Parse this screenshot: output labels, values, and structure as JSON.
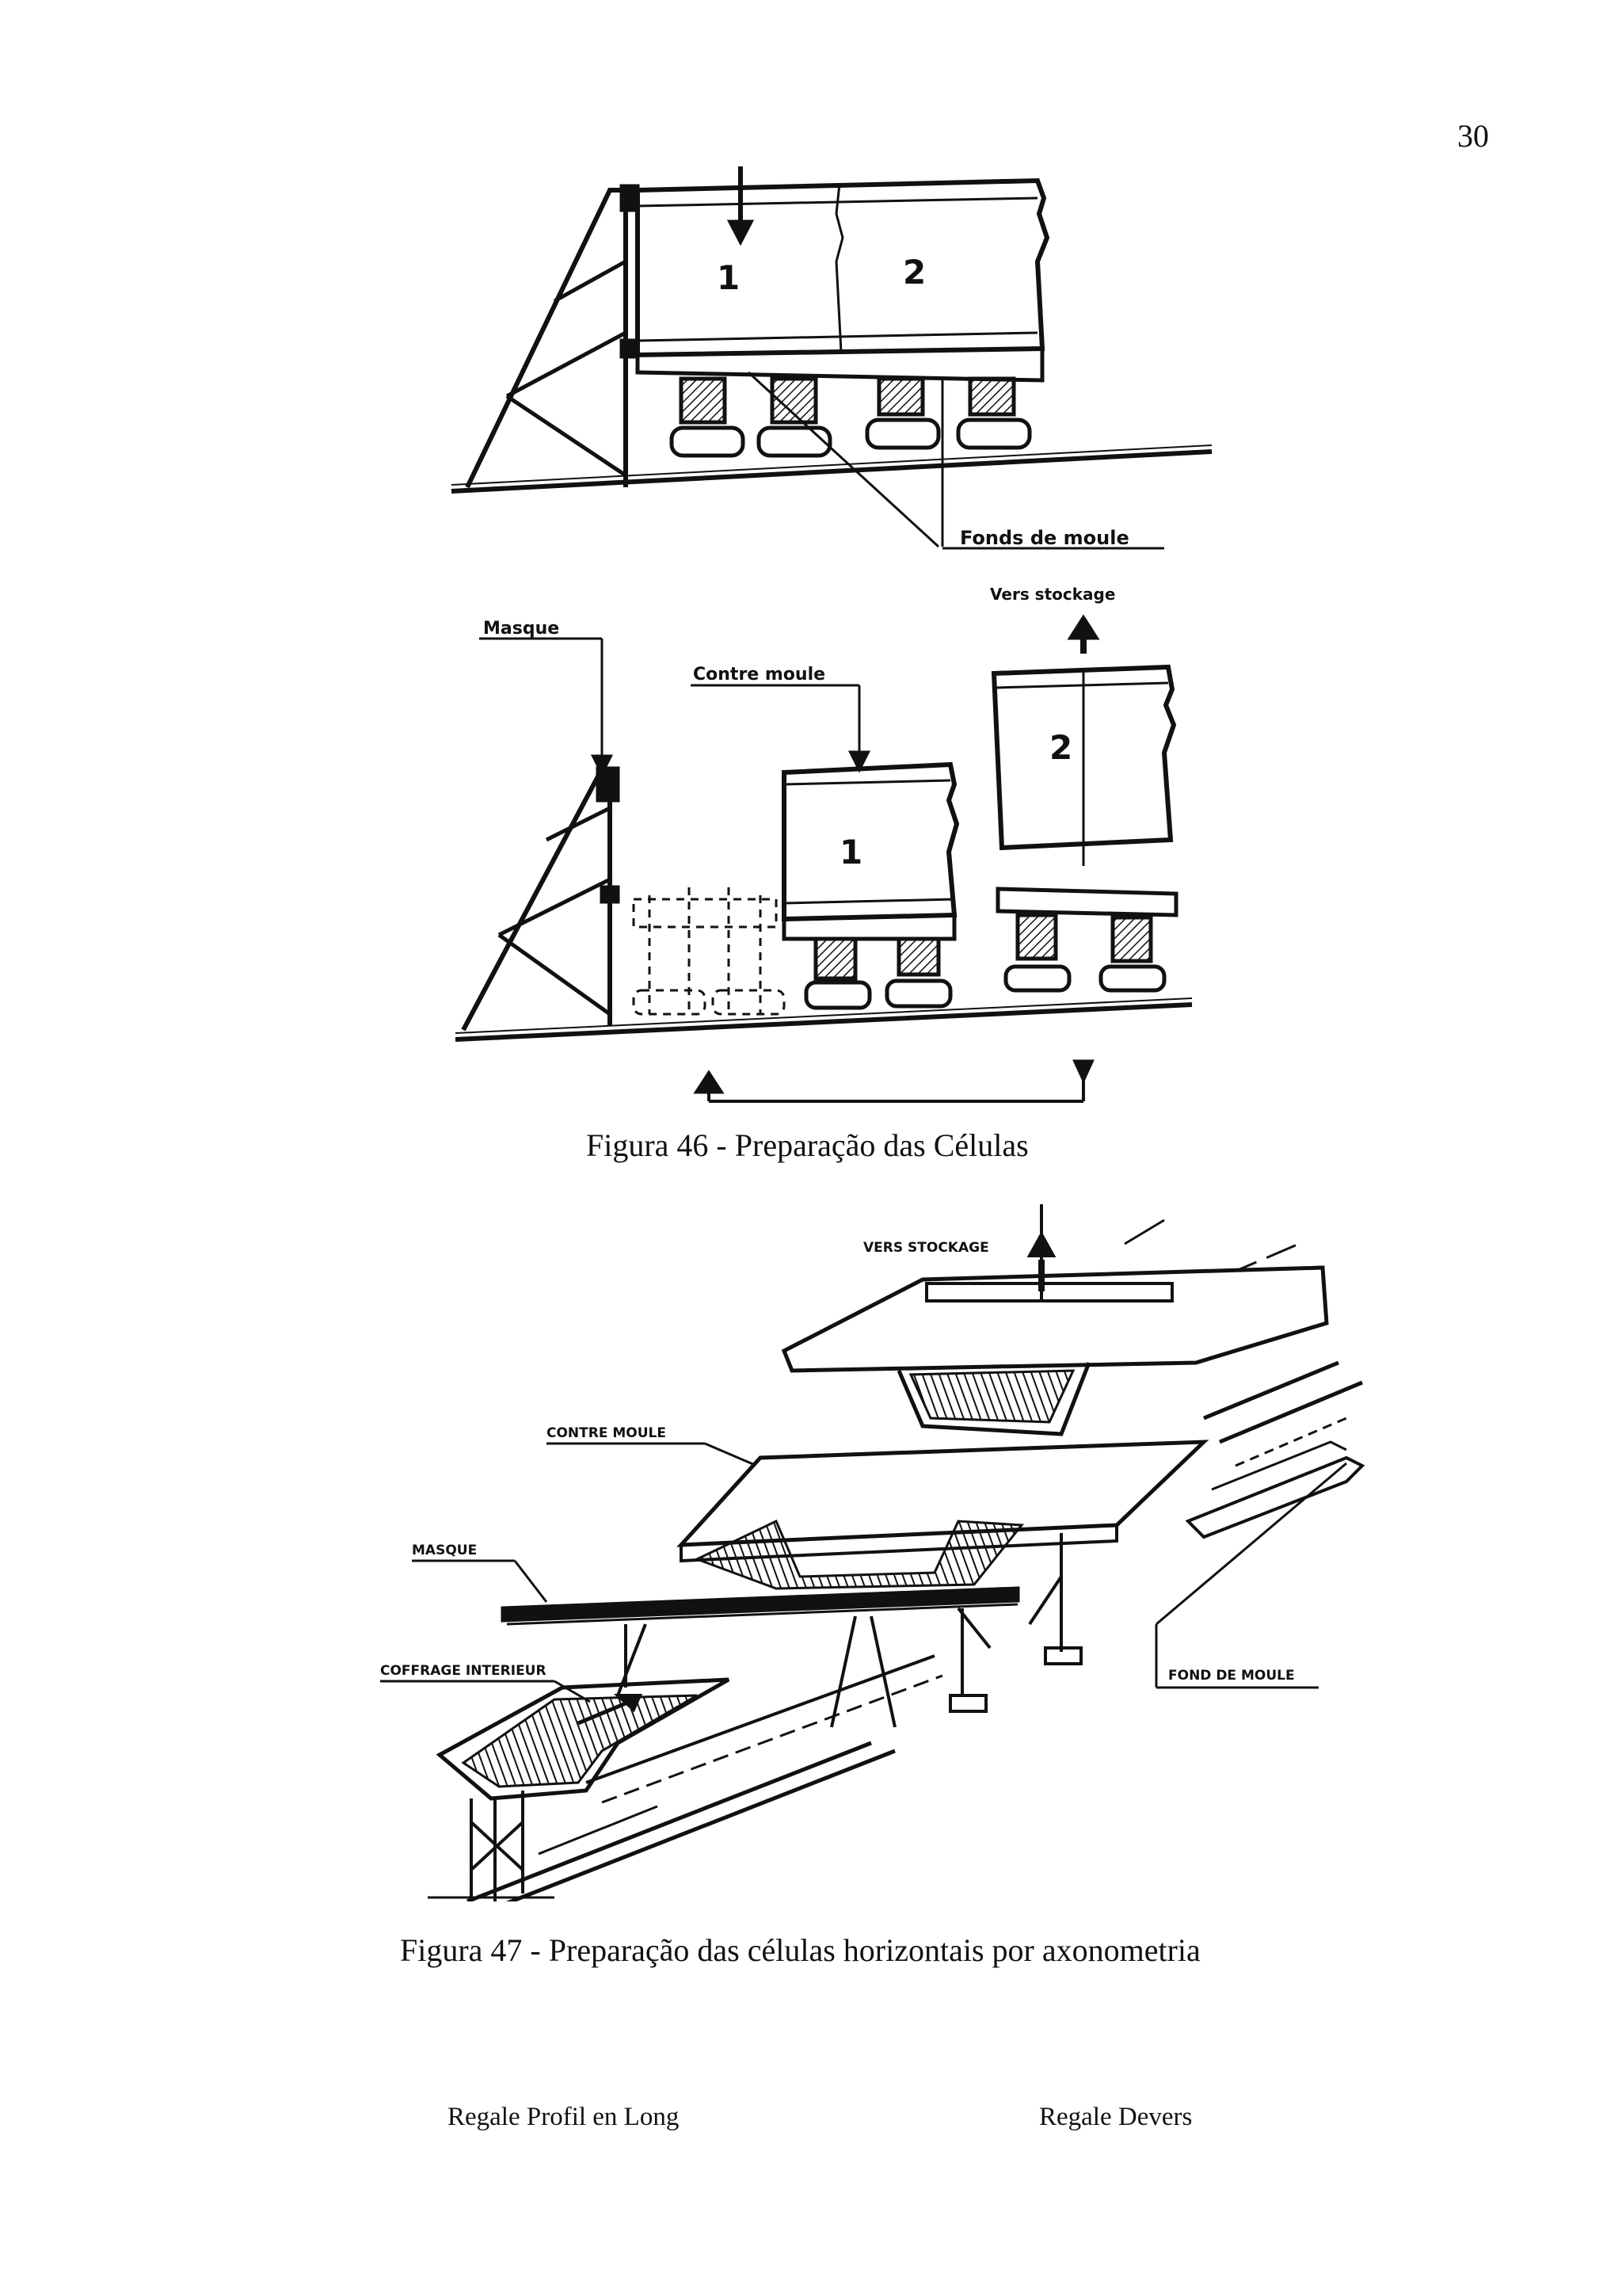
{
  "page": {
    "number": "30"
  },
  "figure46": {
    "caption": "Figura 46 - Preparação das Células",
    "labels": {
      "fonds_de_moule": "Fonds de moule",
      "vers_stockage": "Vers stockage",
      "masque": "Masque",
      "contre_moule": "Contre moule"
    },
    "cell_numbers": {
      "top_1": "1",
      "top_2": "2",
      "bottom_1": "1",
      "bottom_2": "2"
    }
  },
  "figure47": {
    "caption": "Figura 47 - Preparação das células horizontais por axonometria",
    "labels": {
      "vers_stockage": "VERS STOCKAGE",
      "contre_moule": "CONTRE MOULE",
      "masque": "MASQUE",
      "coffrage_interieur": "COFFRAGE INTERIEUR",
      "fond_de_moule": "FOND DE MOULE"
    }
  },
  "footer": {
    "left": "Regale Profil en Long",
    "right": "Regale Devers"
  }
}
